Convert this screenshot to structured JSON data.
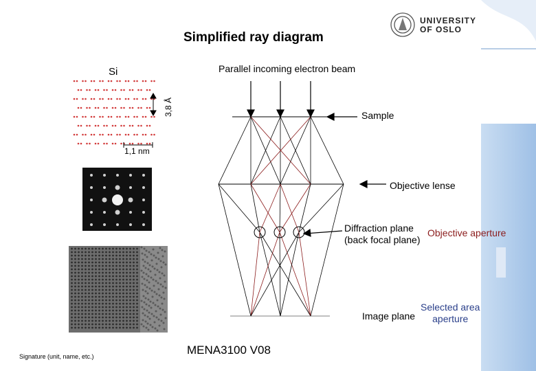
{
  "title": "Simplified ray diagram",
  "labels": {
    "beam": "Parallel incoming electron beam",
    "si": "Si",
    "sample": "Sample",
    "objective_lense": "Objective lense",
    "diffraction_plane_line1": "Diffraction plane",
    "diffraction_plane_line2": "(back focal plane)",
    "objective_aperture": "Objective aperture",
    "image_plane": "Image plane",
    "selected_area_line1": "Selected area",
    "selected_area_line2": "aperture",
    "nm_scale": "1,1 nm",
    "angstrom_scale": "3,8 Å"
  },
  "footer": {
    "course": "MENA3100 V08",
    "signature": "Signature (unit, name, etc.)"
  },
  "logo": {
    "line1": "UNIVERSITY",
    "line2": "OF OSLO"
  },
  "colors": {
    "ray_black": "#000000",
    "ray_red": "#8b1c1c",
    "lattice": "#d23a3a",
    "sidebar_blue": "#a9c8ea"
  },
  "icons": {
    "seal": "university-seal-icon",
    "diffraction_image": "diffraction-pattern-image",
    "hrtem_image": "lattice-image"
  }
}
